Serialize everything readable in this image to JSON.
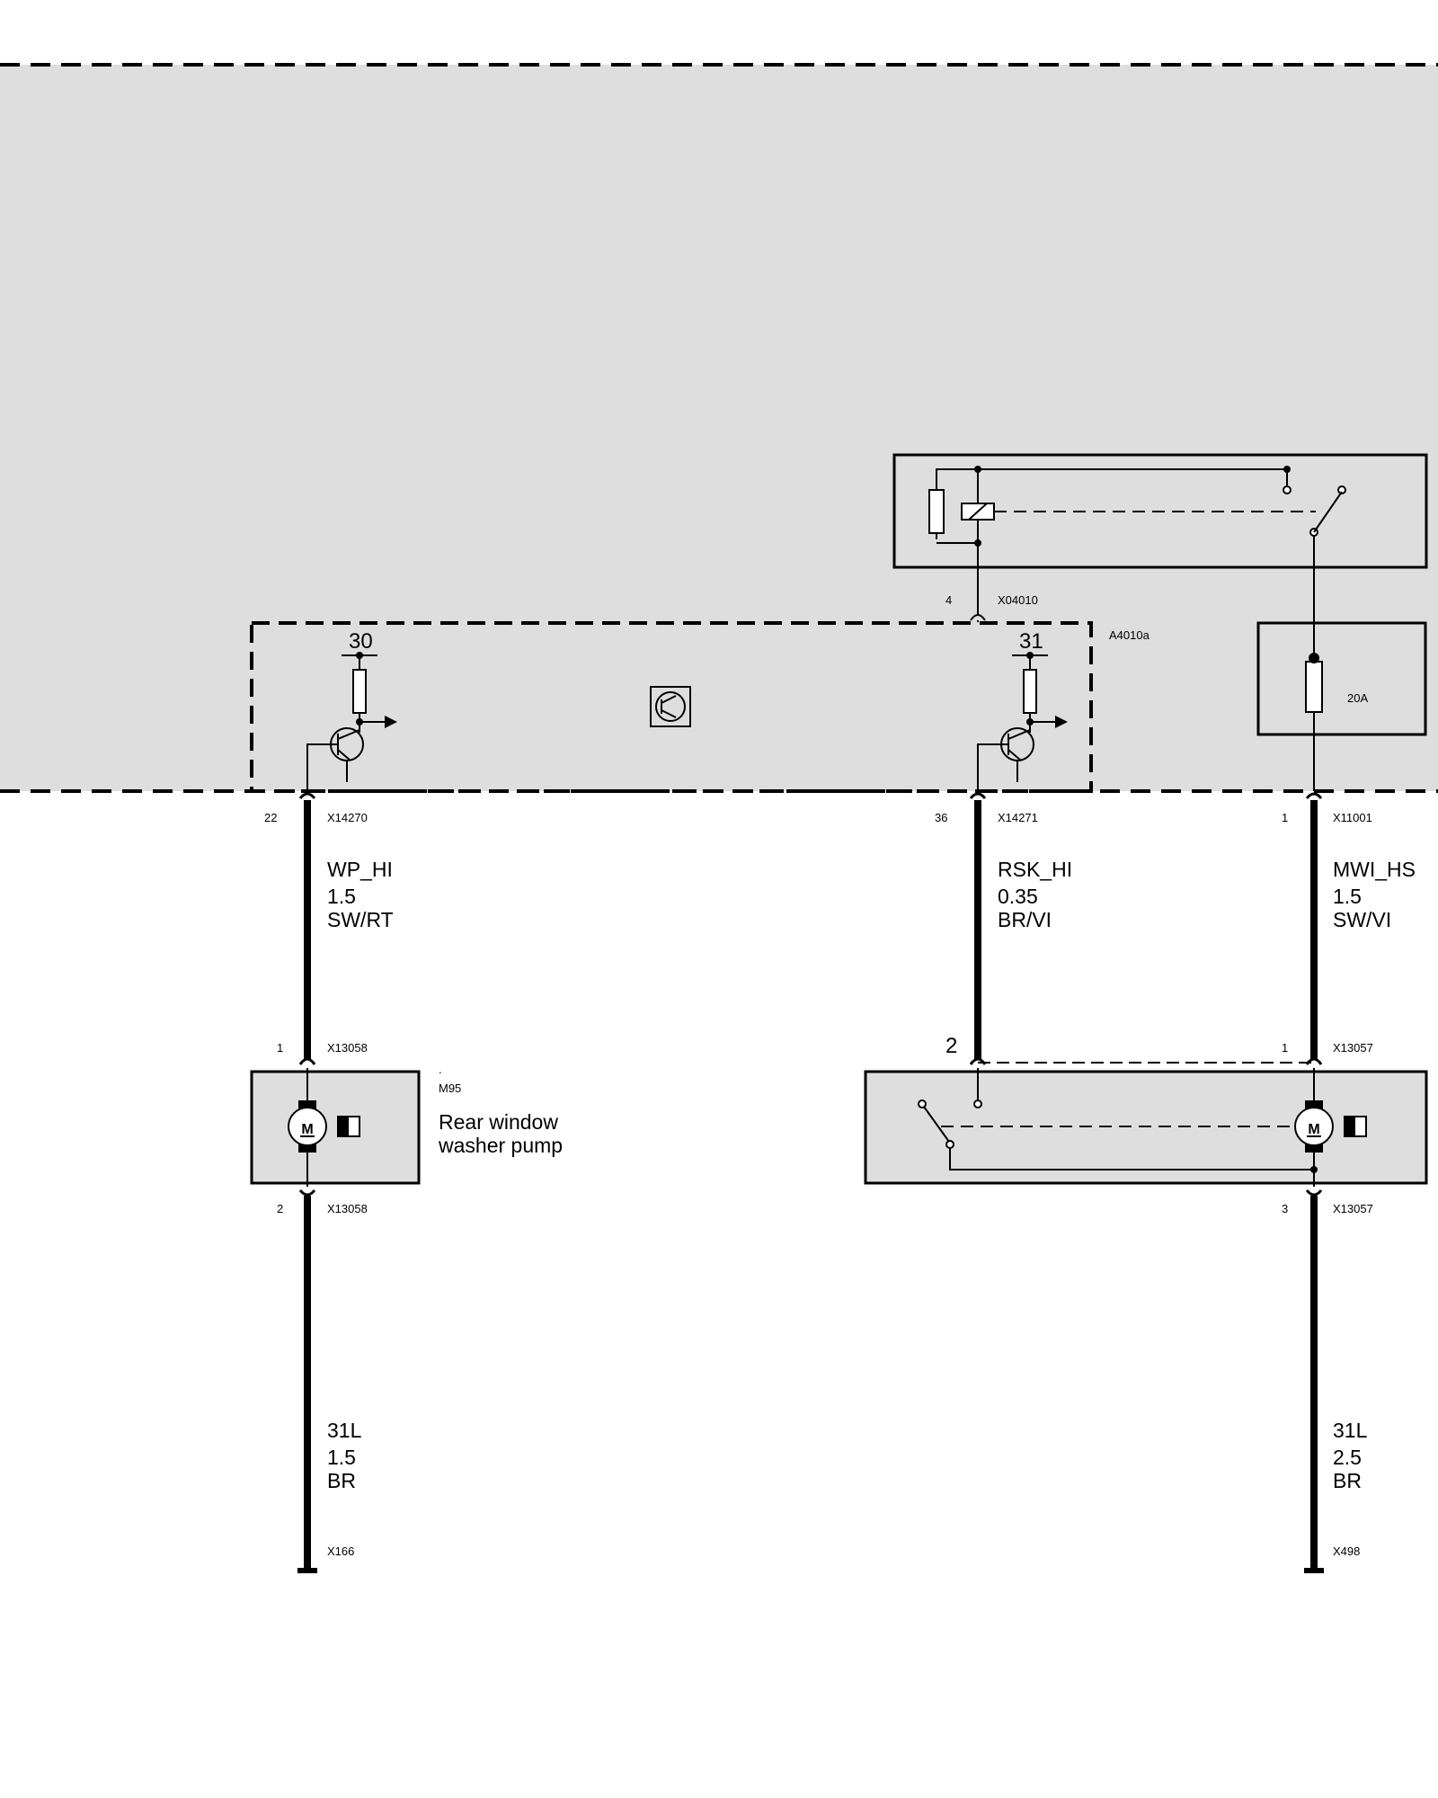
{
  "colors": {
    "module_fill": "#dedede",
    "line": "#000000",
    "background": "#ffffff"
  },
  "modules": {
    "control_unit": {
      "ref": "A4010a",
      "pin_left": "30",
      "pin_right": "31"
    },
    "relay": {
      "connector": "X04010",
      "pin": "4"
    },
    "fuse": {
      "rating": "20A"
    },
    "pump": {
      "ref": ".",
      "ref2": "M95",
      "name_line1": "Rear window",
      "name_line2": "washer pump"
    }
  },
  "wires": {
    "left": {
      "top_pin": "22",
      "top_connector": "X14270",
      "signal": "WP_HI",
      "size": "1.5",
      "color": "SW/RT",
      "mid_pin": "1",
      "mid_connector": "X13058",
      "bottom_pin": "2",
      "bottom_connector": "X13058",
      "ground_signal": "31L",
      "ground_size": "1.5",
      "ground_color": "BR",
      "ground_point": "X166"
    },
    "middle": {
      "top_pin": "36",
      "top_connector": "X14271",
      "signal": "RSK_HI",
      "size": "0.35",
      "color": "BR/VI",
      "mid_pin": "2"
    },
    "right": {
      "top_pin": "1",
      "top_connector": "X11001",
      "signal": "MWI_HS",
      "size": "1.5",
      "color": "SW/VI",
      "mid_pin": "1",
      "mid_connector": "X13057",
      "bottom_pin": "3",
      "bottom_connector": "X13057",
      "ground_signal": "31L",
      "ground_size": "2.5",
      "ground_color": "BR",
      "ground_point": "X498"
    }
  }
}
